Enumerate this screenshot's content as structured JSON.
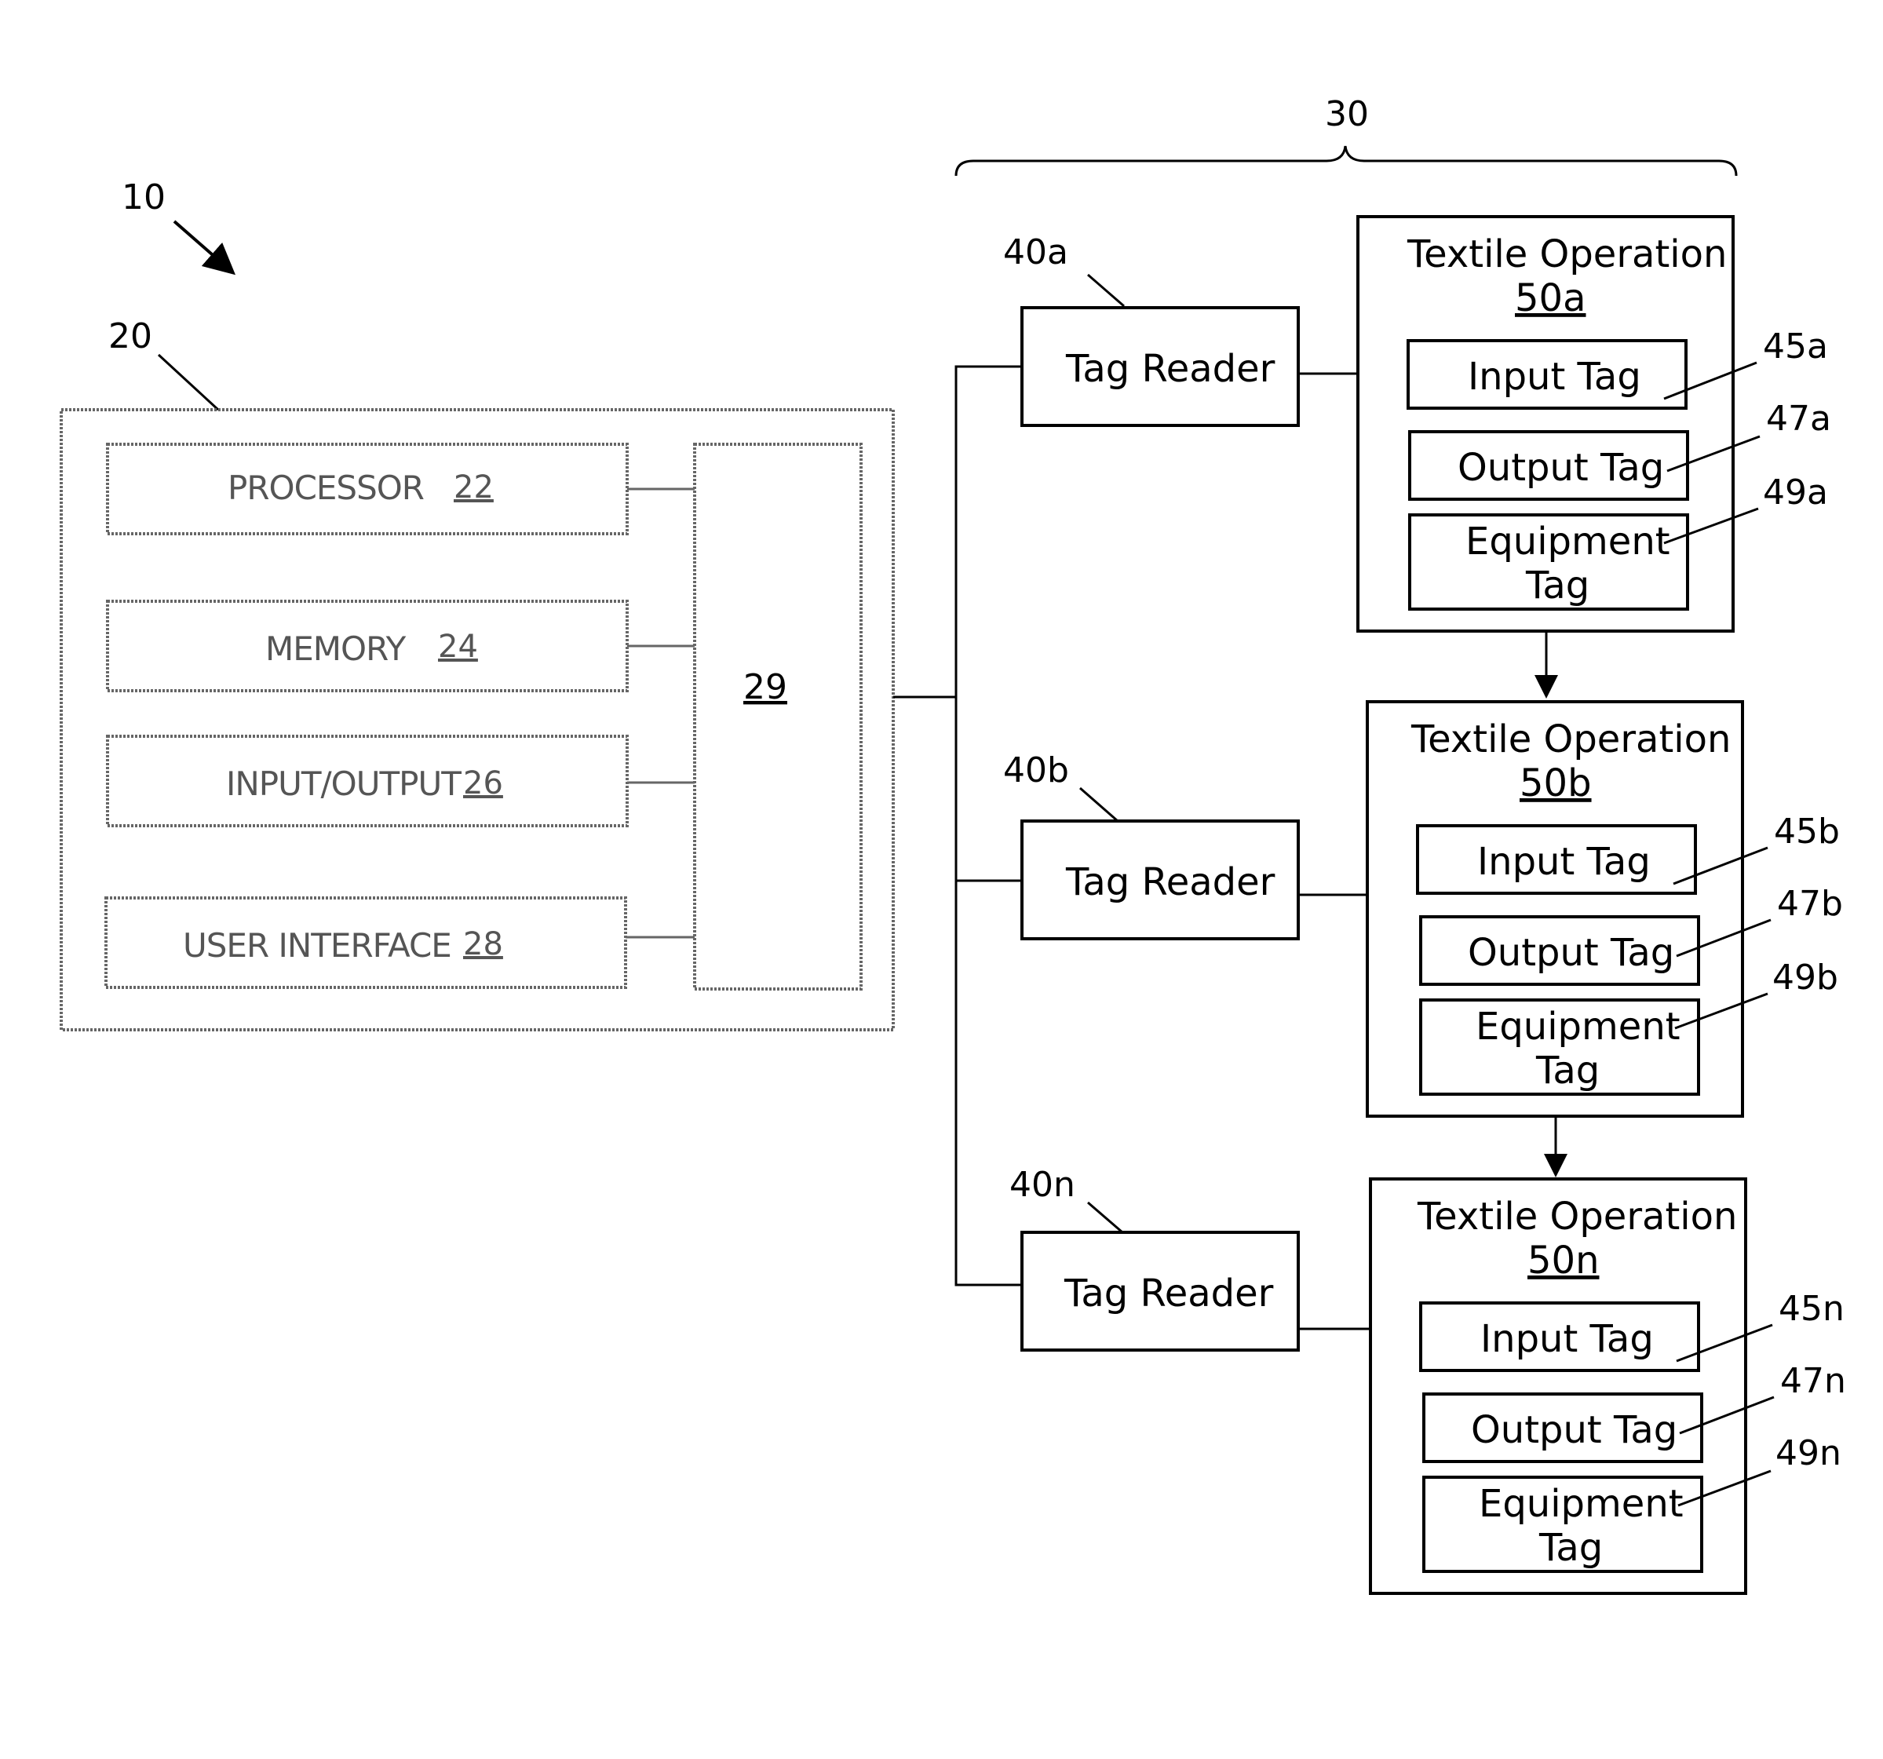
{
  "refs": {
    "r10": "10",
    "r20": "20",
    "r30": "30",
    "r40a": "40a",
    "r40b": "40b",
    "r40n": "40n",
    "r45a": "45a",
    "r47a": "47a",
    "r49a": "49a",
    "r45b": "45b",
    "r47b": "47b",
    "r49b": "49b",
    "r45n": "45n",
    "r47n": "47n",
    "r49n": "49n"
  },
  "system": {
    "processor": {
      "label": "PROCESSOR",
      "num": "22"
    },
    "memory": {
      "label": "MEMORY",
      "num": "24"
    },
    "io": {
      "label": "INPUT/OUTPUT",
      "num": "26"
    },
    "ui": {
      "label": "USER INTERFACE",
      "num": "28"
    },
    "bus_num": "29"
  },
  "readers": {
    "a": "Tag Reader",
    "b": "Tag Reader",
    "n": "Tag Reader"
  },
  "operations": {
    "a": {
      "title": "Textile Operation",
      "num": "50a",
      "input": "Input Tag",
      "output": "Output Tag",
      "equip1": "Equipment",
      "equip2": "Tag"
    },
    "b": {
      "title": "Textile Operation",
      "num": "50b",
      "input": "Input Tag",
      "output": "Output Tag",
      "equip1": "Equipment",
      "equip2": "Tag"
    },
    "n": {
      "title": "Textile Operation",
      "num": "50n",
      "input": "Input Tag",
      "output": "Output Tag",
      "equip1": "Equipment",
      "equip2": "Tag"
    }
  }
}
